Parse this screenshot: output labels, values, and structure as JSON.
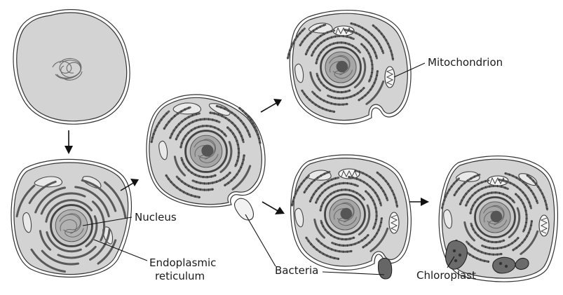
{
  "labels": {
    "nucleus": "Nucleus",
    "endoplasmic_reticulum_line1": "Endoplasmic",
    "endoplasmic_reticulum_line2": "reticulum",
    "bacteria": "Bacteria",
    "mitochondrion": "Mitochondrion",
    "chloroplast": "Chloroplast"
  },
  "colors": {
    "cytoplasm": "#d3d3d3",
    "membrane": "#333333",
    "organelle_dark": "#666666",
    "text": "#1a1a1a"
  }
}
